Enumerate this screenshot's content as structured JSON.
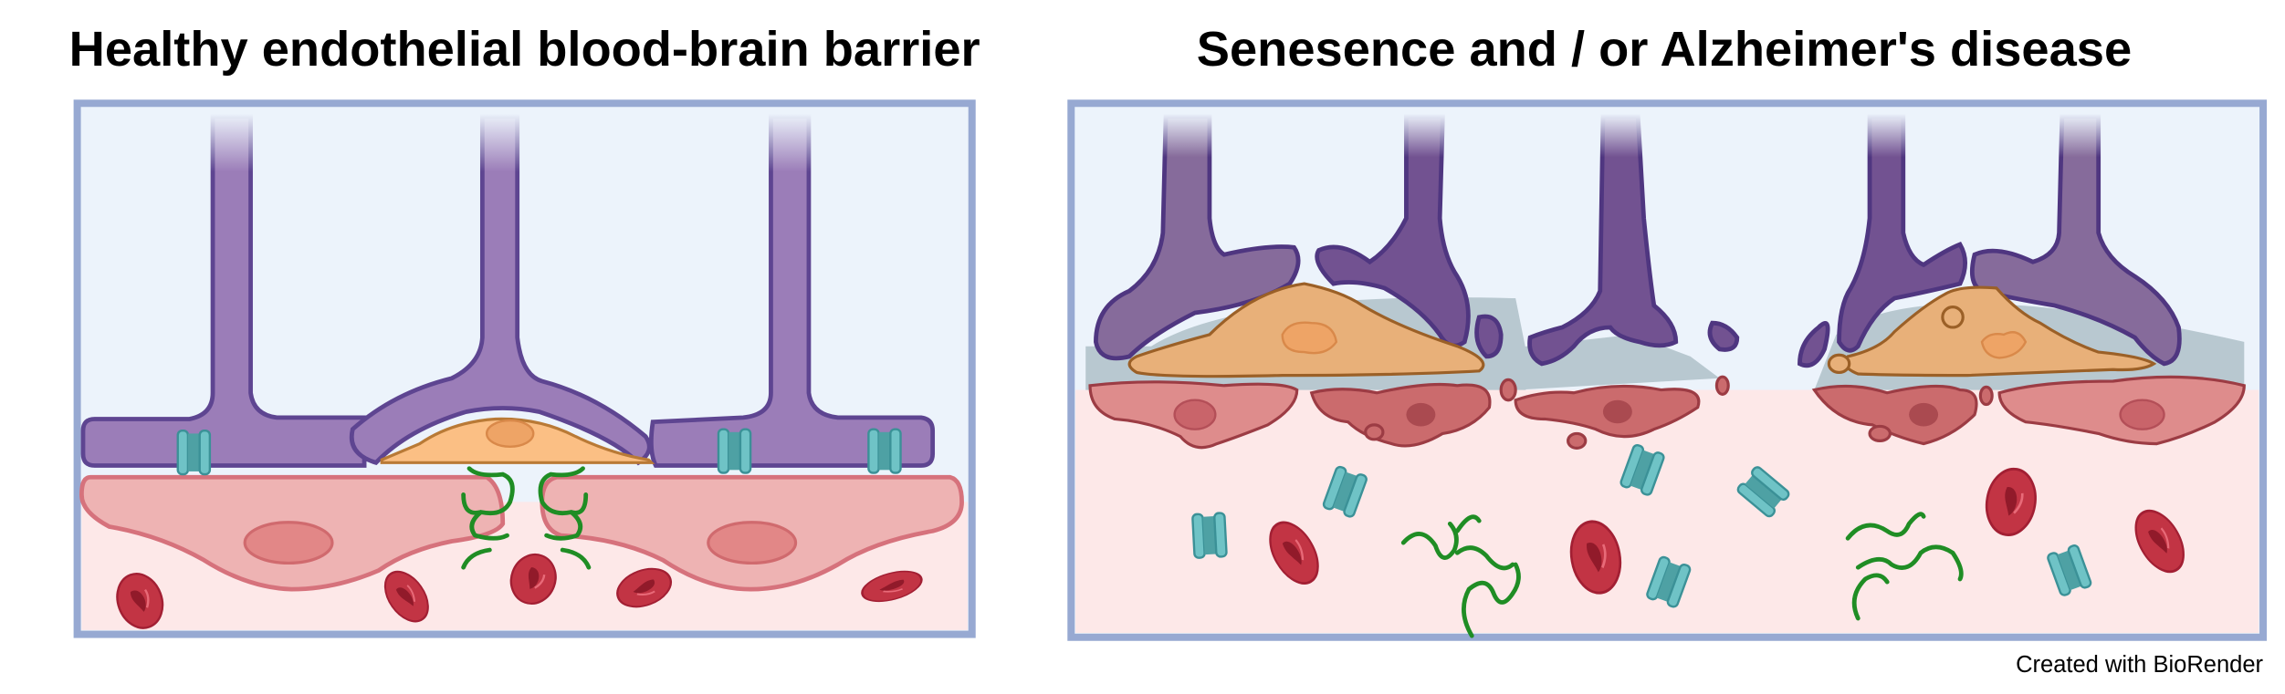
{
  "panels": [
    {
      "title": "Healthy endothelial blood-brain barrier"
    },
    {
      "title": "Senesence and / or Alzheimer's disease"
    }
  ],
  "credit": "Created with BioRender",
  "colors": {
    "border": "#97a9d2",
    "brain_side": "#ecf3fb",
    "blood_side": "#fde8e8",
    "astrocyte": "#9b7db8",
    "pericyte": "#fbbf84",
    "endothelial": "#eeb3b3",
    "rbc": "#c23444",
    "transporter": "#6fc3c6",
    "tight_junction": "#1f8d24"
  }
}
